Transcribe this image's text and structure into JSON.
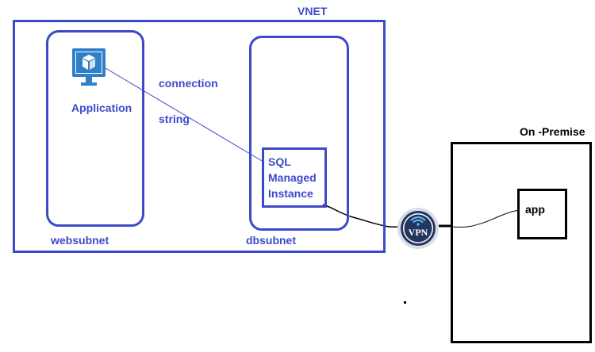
{
  "vnet": {
    "title": "VNET"
  },
  "websubnet": {
    "label": "websubnet",
    "application_label": "Application",
    "icon": "azure-web-app-monitor-icon"
  },
  "connection": {
    "line1": "connection",
    "line2": "string"
  },
  "dbsubnet": {
    "label": "dbsubnet",
    "sql": {
      "line1": "SQL",
      "line2": "Managed",
      "line3": "Instance"
    }
  },
  "vpn": {
    "label": "VPN",
    "icon": "vpn-wifi-badge-icon"
  },
  "onprem": {
    "title": "On -Premise",
    "app_label": "app"
  },
  "colors": {
    "azure_blue": "#3d4ac8",
    "icon_blue": "#2f80c8",
    "black": "#000000"
  }
}
